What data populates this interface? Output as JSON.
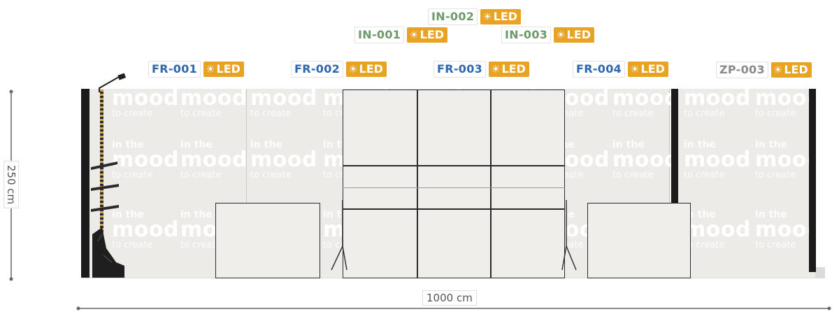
{
  "labels": {
    "in002": {
      "code": "IN-002",
      "led": "LED"
    },
    "in001": {
      "code": "IN-001",
      "led": "LED"
    },
    "in003": {
      "code": "IN-003",
      "led": "LED"
    },
    "fr001": {
      "code": "FR-001",
      "led": "LED"
    },
    "fr002": {
      "code": "FR-002",
      "led": "LED"
    },
    "fr003": {
      "code": "FR-003",
      "led": "LED"
    },
    "fr004": {
      "code": "FR-004",
      "led": "LED"
    },
    "zp003": {
      "code": "ZP-003",
      "led": "LED"
    }
  },
  "led_icon": "sun-icon",
  "watermark": {
    "line1": "in the",
    "line2": "mood",
    "line3": "to create"
  },
  "dimensions": {
    "height": "250 cm",
    "width": "1000 cm"
  },
  "colors": {
    "fr": "#2e67ad",
    "in": "#6d9a6d",
    "zp": "#8a8a8a",
    "led": "#e7a321"
  }
}
